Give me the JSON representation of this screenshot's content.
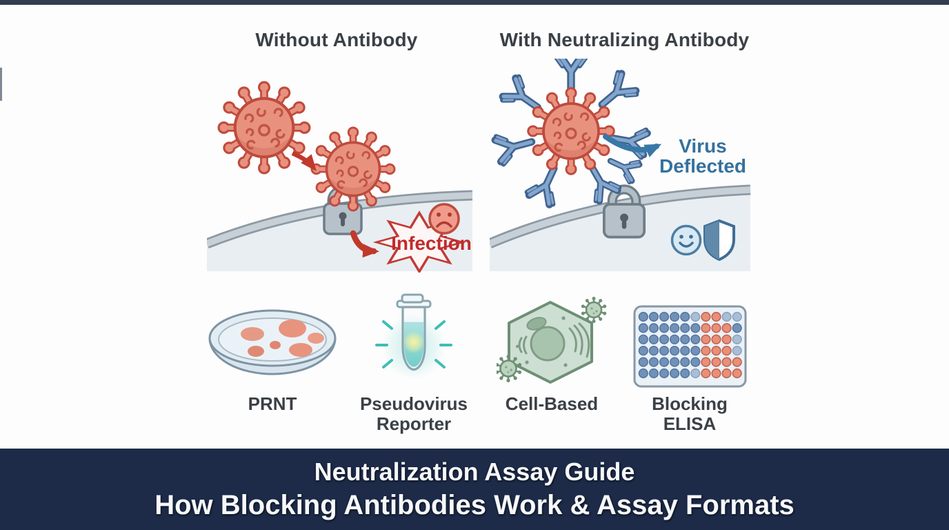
{
  "page": {
    "background": "#FDFDFD",
    "top_strip_color": "#202C44"
  },
  "panels": {
    "left": {
      "title": "Without Antibody",
      "infection_label": "Infection",
      "icons": [
        "virus-icon",
        "virus-icon",
        "receptor-lock-icon",
        "red-arrow-icon",
        "starburst-icon",
        "sad-face-icon",
        "cell-membrane"
      ]
    },
    "right": {
      "title": "With Neutralizing Antibody",
      "deflected_lines": [
        "Virus",
        "Deflected"
      ],
      "icons": [
        "virus-icon",
        "antibody-icon",
        "blue-arrow-icon",
        "receptor-lock-icon",
        "smiley-face-icon",
        "shield-icon",
        "cell-membrane"
      ]
    }
  },
  "assays": [
    {
      "icon": "petri-dish-icon",
      "lines": [
        "PRNT"
      ]
    },
    {
      "icon": "reporter-tube-icon",
      "lines": [
        "Pseudovirus",
        "Reporter"
      ]
    },
    {
      "icon": "cell-icon",
      "lines": [
        "Cell-Based"
      ]
    },
    {
      "icon": "elisa-plate-icon",
      "lines": [
        "Blocking",
        "ELISA"
      ]
    }
  ],
  "elisa": {
    "rows": 6,
    "cols": 10,
    "grid": [
      "bbbbblooll",
      "bbbbbbooob",
      "bbbbbboool",
      "bbbbbboool",
      "bbbbbboooo",
      "bbbbbloooo"
    ],
    "palette": {
      "b": {
        "fill": "#7191B8",
        "stroke": "#54779E"
      },
      "l": {
        "fill": "#A9BED4",
        "stroke": "#8AA3C0"
      },
      "o": {
        "fill": "#E78F79",
        "stroke": "#C4614C"
      }
    }
  },
  "banner": {
    "title": "Neutralization Assay Guide",
    "subtitle": "How Blocking Antibodies Work & Assay Formats",
    "background": "#1D2B49",
    "text_color": "#F7F8FA"
  },
  "colors": {
    "virus": "#E9917F",
    "virus_outline": "#BE4B3D",
    "antibody": "#84A5CC",
    "antibody_outline": "#3F6490",
    "membrane_band": "#C7D0D7",
    "membrane_outline": "#8C99A4",
    "cell_interior": "#E9EEF2",
    "infection_red": "#C12A2C",
    "deflected_blue": "#35719E",
    "lock_gray": "#B6C1CA",
    "title_text": "#3A4046",
    "cell_green": "#CDDFD2",
    "reporter_teal": "#49BFB9",
    "plaque_salmon": "#E8937E"
  }
}
